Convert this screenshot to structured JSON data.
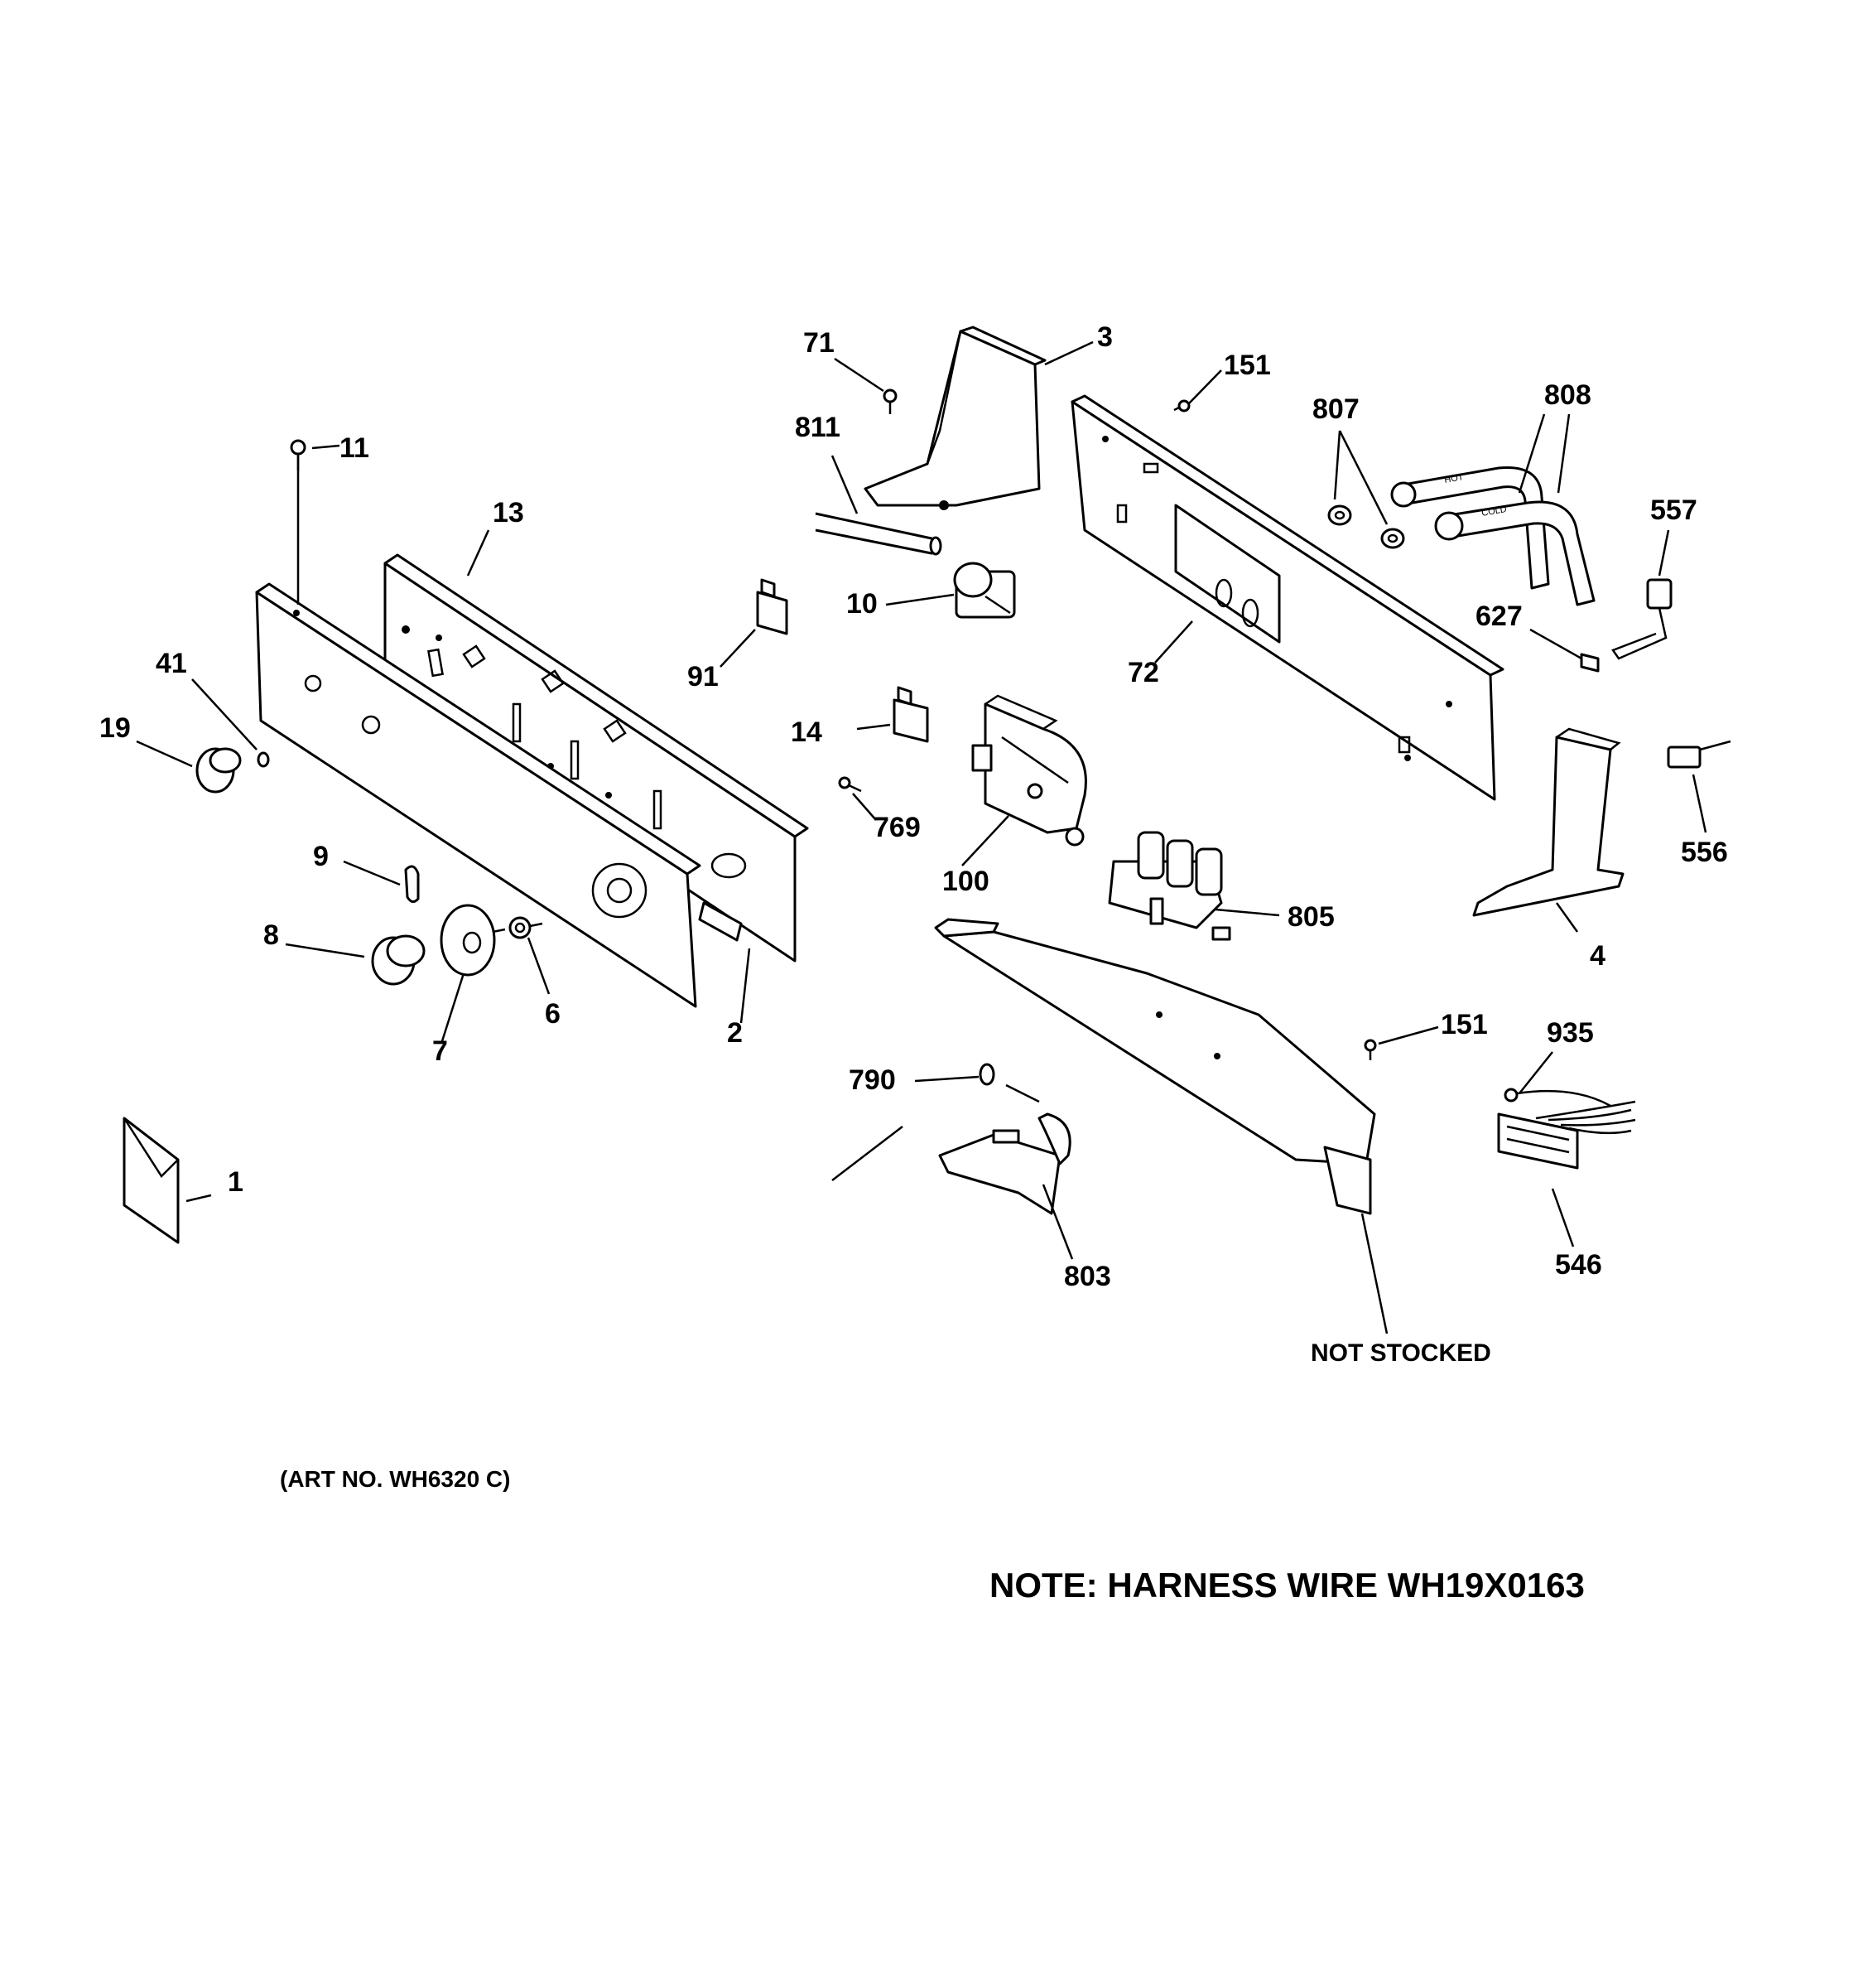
{
  "diagram": {
    "labels": {
      "l71": "71",
      "l3": "3",
      "l151a": "151",
      "l807": "807",
      "l808": "808",
      "l811": "811",
      "l11": "11",
      "l13": "13",
      "l557": "557",
      "l10": "10",
      "l627": "627",
      "l91": "91",
      "l72": "72",
      "l41": "41",
      "l19": "19",
      "l14": "14",
      "l769": "769",
      "l556": "556",
      "l9": "9",
      "l100": "100",
      "l805": "805",
      "l8": "8",
      "l6": "6",
      "l7": "7",
      "l2": "2",
      "l4": "4",
      "l151b": "151",
      "l935": "935",
      "l790": "790",
      "l1": "1",
      "l803": "803",
      "l546": "546"
    },
    "hose_hot": "HOT",
    "hose_cold": "COLD",
    "not_stocked": "NOT STOCKED",
    "art_no": "(ART NO. WH6320 C)",
    "note": "NOTE: HARNESS WIRE WH19X0163"
  }
}
